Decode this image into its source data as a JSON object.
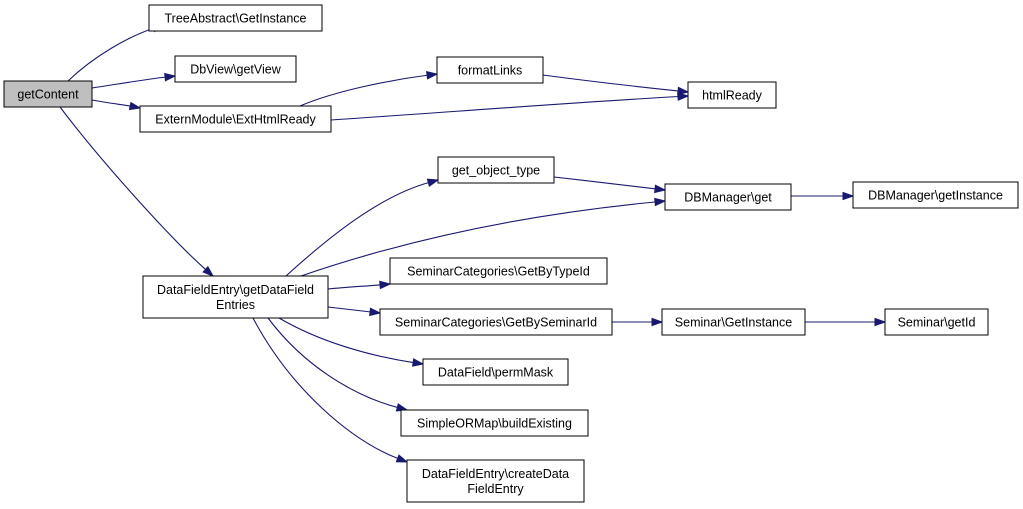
{
  "diagram": {
    "nodes": [
      {
        "id": "getContent",
        "lines": [
          "getContent"
        ],
        "root": true
      },
      {
        "id": "treeAbstract",
        "lines": [
          "TreeAbstract\\GetInstance"
        ]
      },
      {
        "id": "dbView",
        "lines": [
          "DbView\\getView"
        ]
      },
      {
        "id": "externModule",
        "lines": [
          "ExternModule\\ExtHtmlReady"
        ]
      },
      {
        "id": "formatLinks",
        "lines": [
          "formatLinks"
        ]
      },
      {
        "id": "htmlReady",
        "lines": [
          "htmlReady"
        ]
      },
      {
        "id": "getObjectType",
        "lines": [
          "get_object_type"
        ]
      },
      {
        "id": "dbManagerGet",
        "lines": [
          "DBManager\\get"
        ]
      },
      {
        "id": "dbManagerGetInstance",
        "lines": [
          "DBManager\\getInstance"
        ]
      },
      {
        "id": "dataFieldEntries",
        "lines": [
          "DataFieldEntry\\getDataField",
          "Entries"
        ]
      },
      {
        "id": "byTypeId",
        "lines": [
          "SeminarCategories\\GetByTypeId"
        ]
      },
      {
        "id": "bySeminarId",
        "lines": [
          "SeminarCategories\\GetBySeminarId"
        ]
      },
      {
        "id": "seminarGetInstance",
        "lines": [
          "Seminar\\GetInstance"
        ]
      },
      {
        "id": "seminarGetId",
        "lines": [
          "Seminar\\getId"
        ]
      },
      {
        "id": "permMask",
        "lines": [
          "DataField\\permMask"
        ]
      },
      {
        "id": "buildExisting",
        "lines": [
          "SimpleORMap\\buildExisting"
        ]
      },
      {
        "id": "createEntry",
        "lines": [
          "DataFieldEntry\\createData",
          "FieldEntry"
        ]
      }
    ],
    "edges": [
      {
        "from": "getContent",
        "to": "treeAbstract"
      },
      {
        "from": "getContent",
        "to": "dbView"
      },
      {
        "from": "getContent",
        "to": "externModule"
      },
      {
        "from": "getContent",
        "to": "dataFieldEntries"
      },
      {
        "from": "externModule",
        "to": "formatLinks"
      },
      {
        "from": "externModule",
        "to": "htmlReady"
      },
      {
        "from": "formatLinks",
        "to": "htmlReady"
      },
      {
        "from": "dataFieldEntries",
        "to": "getObjectType"
      },
      {
        "from": "dataFieldEntries",
        "to": "dbManagerGet"
      },
      {
        "from": "getObjectType",
        "to": "dbManagerGet"
      },
      {
        "from": "dbManagerGet",
        "to": "dbManagerGetInstance"
      },
      {
        "from": "dataFieldEntries",
        "to": "byTypeId"
      },
      {
        "from": "dataFieldEntries",
        "to": "bySeminarId"
      },
      {
        "from": "bySeminarId",
        "to": "seminarGetInstance"
      },
      {
        "from": "seminarGetInstance",
        "to": "seminarGetId"
      },
      {
        "from": "dataFieldEntries",
        "to": "permMask"
      },
      {
        "from": "dataFieldEntries",
        "to": "buildExisting"
      },
      {
        "from": "dataFieldEntries",
        "to": "createEntry"
      }
    ]
  }
}
